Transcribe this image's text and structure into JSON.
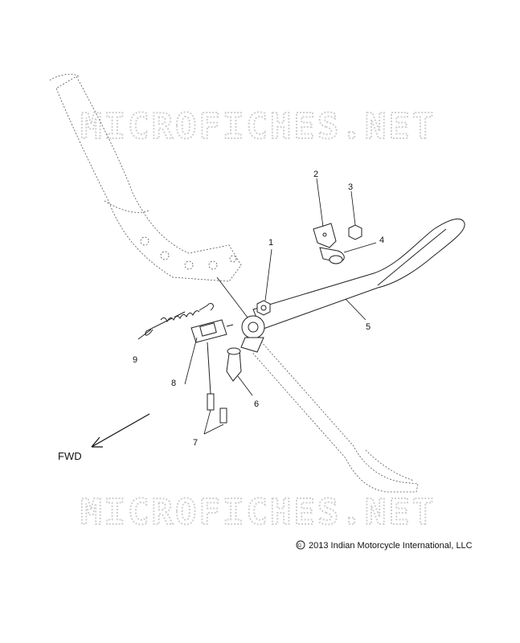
{
  "watermark": {
    "text": "MICROFICHES.NET"
  },
  "callouts": [
    {
      "id": "1",
      "label": "1"
    },
    {
      "id": "2",
      "label": "2"
    },
    {
      "id": "3",
      "label": "3"
    },
    {
      "id": "4",
      "label": "4"
    },
    {
      "id": "5",
      "label": "5"
    },
    {
      "id": "6",
      "label": "6"
    },
    {
      "id": "7",
      "label": "7"
    },
    {
      "id": "8",
      "label": "8"
    },
    {
      "id": "9",
      "label": "9"
    }
  ],
  "direction": {
    "label": "FWD"
  },
  "copyright": {
    "text": "2013 Indian Motorcycle International, LLC",
    "symbol": "©"
  }
}
